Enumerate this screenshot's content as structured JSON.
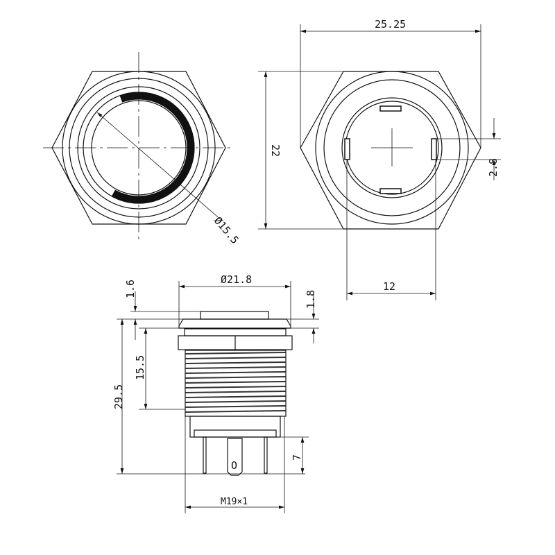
{
  "dimensions": {
    "overall_width": "25.25",
    "height": "22",
    "pin_offset": "2.8",
    "pin_spacing": "12",
    "ring_diameter": "Ø15.5",
    "head_diameter": "Ø21.8",
    "head_top": "1.6",
    "flange": "1.8",
    "thread_length": "15.5",
    "total_length": "29.5",
    "pin_length": "7",
    "thread": "M19×1"
  },
  "pin_label": "O"
}
